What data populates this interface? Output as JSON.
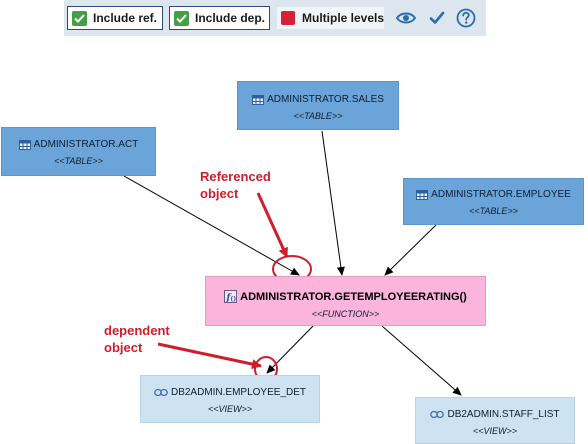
{
  "toolbar": {
    "include_ref_label": "Include ref.",
    "include_dep_label": "Include dep.",
    "multiple_levels_label": "Multiple levels",
    "include_ref_checked": true,
    "include_dep_checked": true,
    "icons": [
      "eye-icon",
      "checkmark-icon",
      "help-icon"
    ],
    "colors": {
      "checkbox": "#43a047",
      "multiple_levels": "#d62035",
      "icon": "#2b6cb0"
    }
  },
  "nodes": {
    "act": {
      "name": "ADMINISTRATOR.ACT",
      "stereotype": "<<TABLE>>"
    },
    "sales": {
      "name": "ADMINISTRATOR.SALES",
      "stereotype": "<<TABLE>>"
    },
    "employee": {
      "name": "ADMINISTRATOR.EMPLOYEE",
      "stereotype": "<<TABLE>>"
    },
    "function": {
      "name": "ADMINISTRATOR.GETEMPLOYEERATING()",
      "stereotype": "<<FUNCTION>>"
    },
    "employee_det": {
      "name": "DB2ADMIN.EMPLOYEE_DET",
      "stereotype": "<<VIEW>>"
    },
    "staff_list": {
      "name": "DB2ADMIN.STAFF_LIST",
      "stereotype": "<<VIEW>>"
    }
  },
  "annotations": {
    "referenced": "Referenced\nobject",
    "dependent": "dependent\nobject",
    "color": "#d11c2a"
  }
}
